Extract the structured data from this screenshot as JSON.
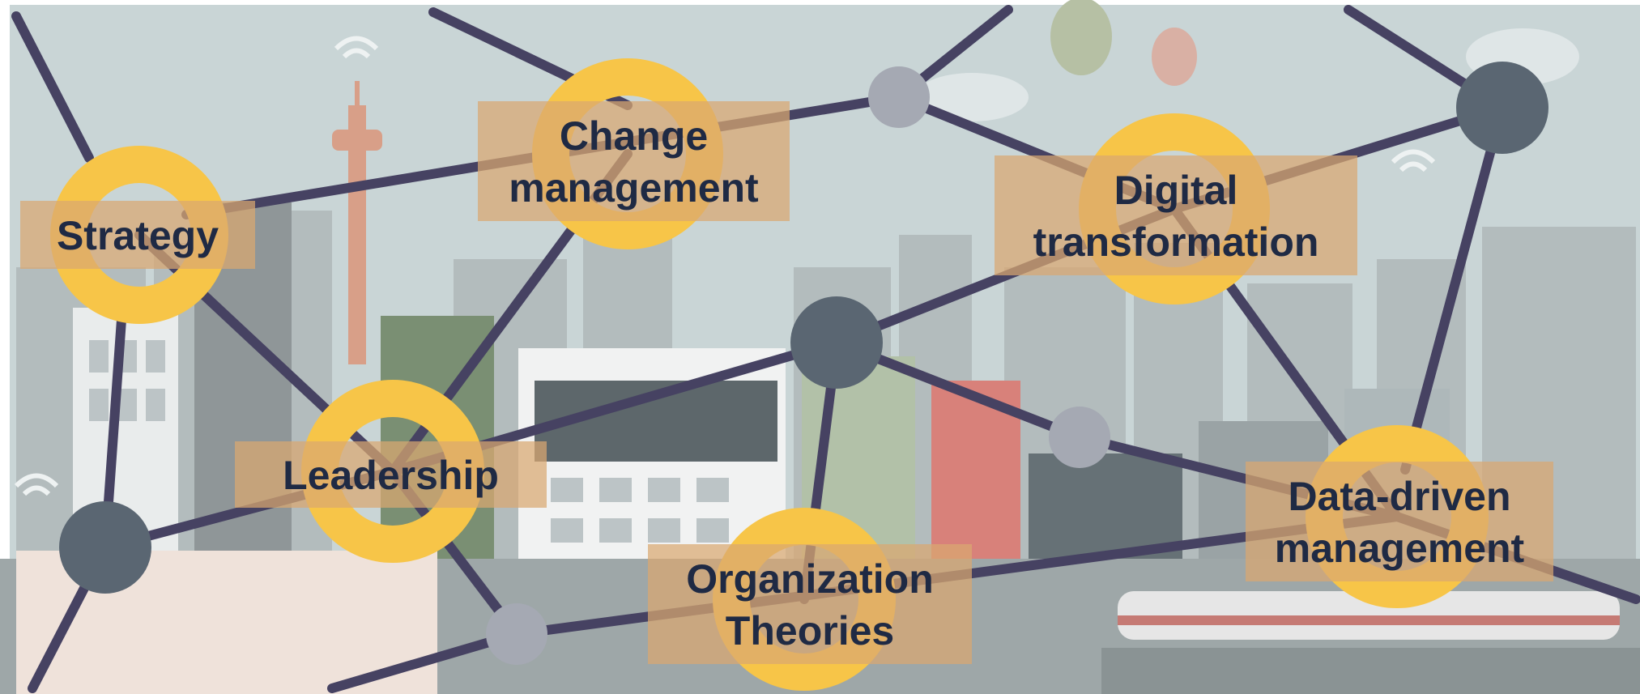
{
  "diagram": {
    "nodes": [
      {
        "id": "strategy",
        "lines": [
          "Strategy"
        ]
      },
      {
        "id": "change-management",
        "lines": [
          "Change",
          "management"
        ]
      },
      {
        "id": "digital-transformation",
        "lines": [
          "Digital",
          "transformation"
        ]
      },
      {
        "id": "leadership",
        "lines": [
          "Leadership"
        ]
      },
      {
        "id": "organization-theories",
        "lines": [
          "Organization",
          "Theories"
        ]
      },
      {
        "id": "data-driven-management",
        "lines": [
          "Data-driven",
          "management"
        ]
      }
    ],
    "colors": {
      "topic_ring": "#f7c548",
      "label_box": "#d9a870",
      "edge": "#464262",
      "hub_dark": "#5a6672",
      "hub_light": "#a5a9b3",
      "text": "#1f2a44",
      "sky": "#c9d5d6",
      "building": "#8c9394"
    }
  }
}
